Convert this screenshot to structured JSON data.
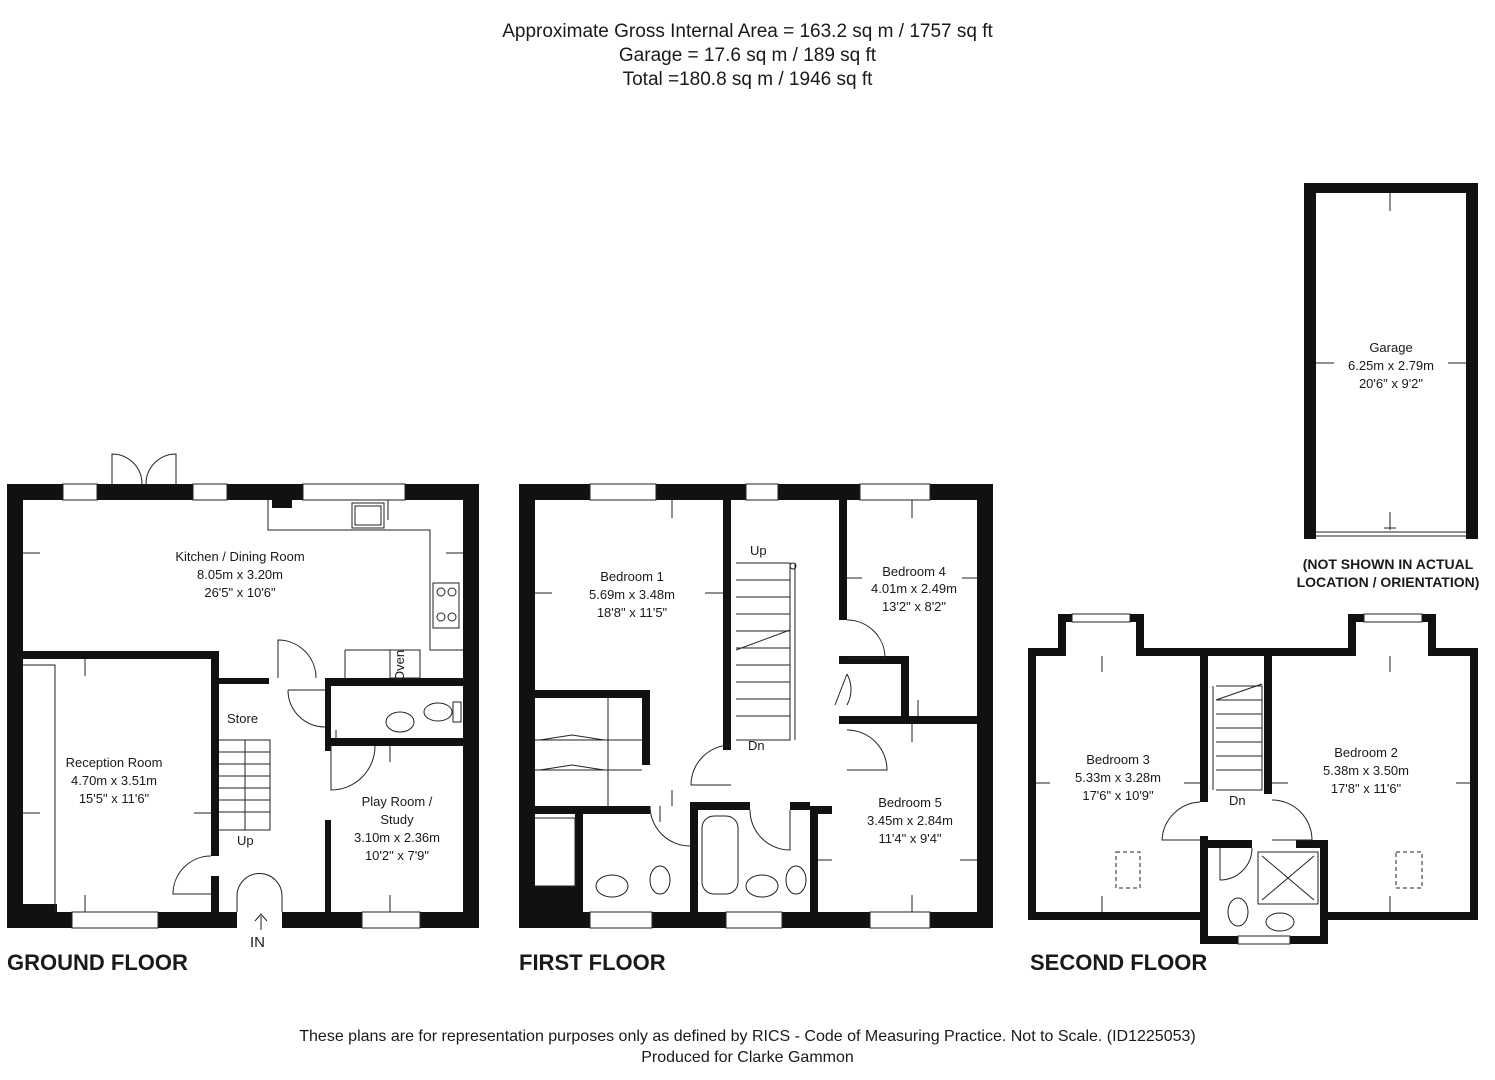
{
  "header": {
    "line1": "Approximate Gross Internal Area = 163.2 sq m / 1757 sq ft",
    "line2": "Garage = 17.6 sq m / 189 sq ft",
    "line3": "Total =180.8 sq m / 1946 sq ft"
  },
  "floors": {
    "ground": "GROUND FLOOR",
    "first": "FIRST FLOOR",
    "second": "SECOND FLOOR"
  },
  "rooms": {
    "kitchen": {
      "name": "Kitchen / Dining Room",
      "metric": "8.05m x 3.20m",
      "imperial": "26'5\" x 10'6\""
    },
    "reception": {
      "name": "Reception Room",
      "metric": "4.70m x 3.51m",
      "imperial": "15'5\" x 11'6\""
    },
    "playroom": {
      "name1": "Play Room /",
      "name2": "Study",
      "metric": "3.10m x 2.36m",
      "imperial": "10'2\" x 7'9\""
    },
    "bedroom1": {
      "name": "Bedroom 1",
      "metric": "5.69m x 3.48m",
      "imperial": "18'8\" x 11'5\""
    },
    "bedroom4": {
      "name": "Bedroom 4",
      "metric": "4.01m x 2.49m",
      "imperial": "13'2\" x 8'2\""
    },
    "bedroom5": {
      "name": "Bedroom 5",
      "metric": "3.45m x 2.84m",
      "imperial": "11'4\" x 9'4\""
    },
    "bedroom3": {
      "name": "Bedroom 3",
      "metric": "5.33m x 3.28m",
      "imperial": "17'6\" x 10'9\""
    },
    "bedroom2": {
      "name": "Bedroom 2",
      "metric": "5.38m x 3.50m",
      "imperial": "17'8\" x 11'6\""
    },
    "garage": {
      "name": "Garage",
      "metric": "6.25m x 2.79m",
      "imperial": "20'6\" x 9'2\""
    }
  },
  "labels": {
    "store": "Store",
    "oven": "Oven",
    "up": "Up",
    "dn": "Dn",
    "in": "IN"
  },
  "garage_note": {
    "line1": "(NOT SHOWN IN ACTUAL",
    "line2": "LOCATION / ORIENTATION)"
  },
  "footer": {
    "line1": "These plans are for representation purposes only as defined by RICS - Code of Measuring Practice. Not to Scale. (ID1225053)",
    "line2": "Produced for Clarke Gammon"
  },
  "colors": {
    "wall": "#111111",
    "line": "#222222"
  }
}
